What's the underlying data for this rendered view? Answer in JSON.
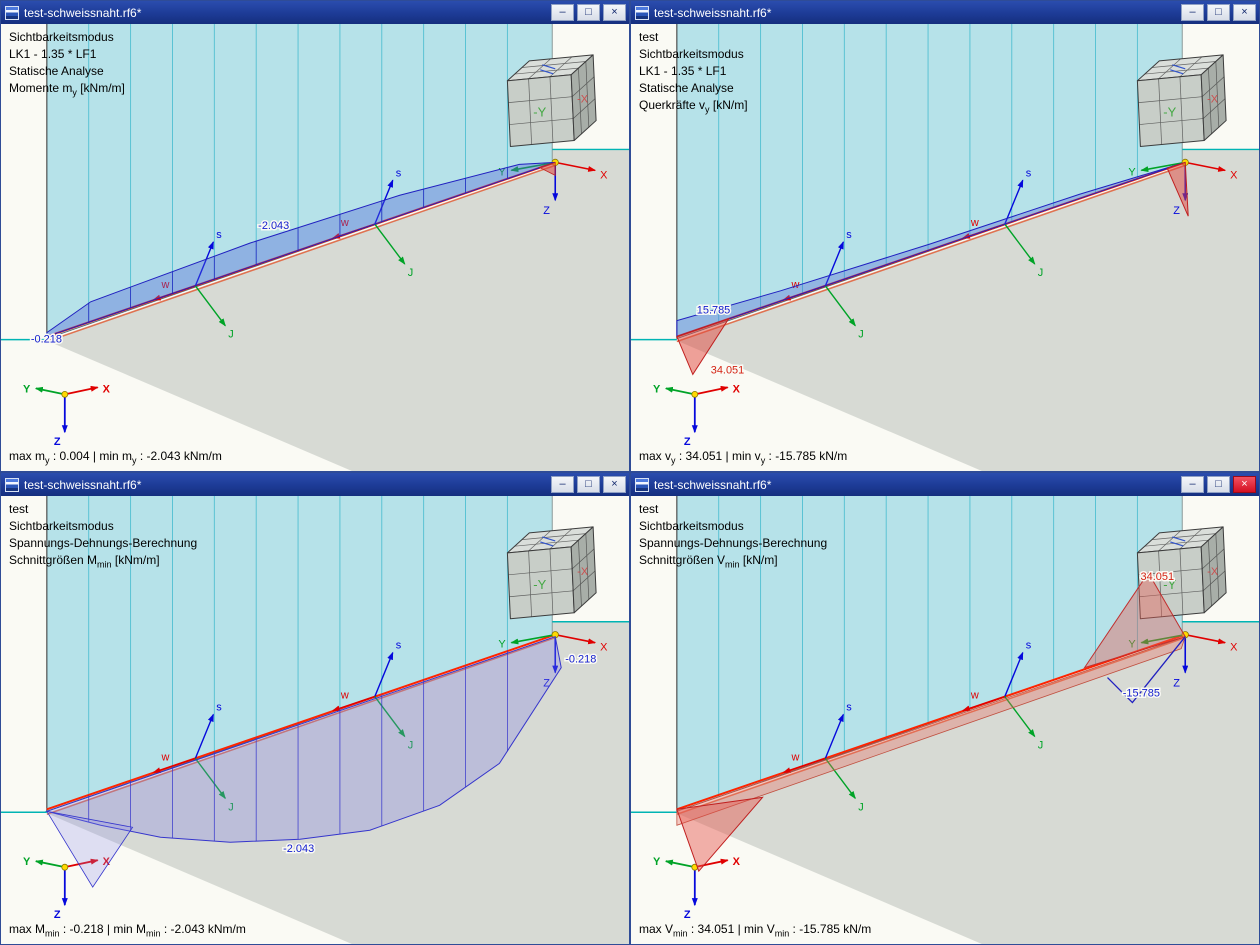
{
  "titlebar": {
    "minimize_glyph": "–",
    "maximize_glyph": "□",
    "close_glyph": "×"
  },
  "axes": {
    "x": "X",
    "y": "Y",
    "z": "Z",
    "s": "s",
    "w": "w",
    "j": "J"
  },
  "nav_cube": {
    "neg_y": "-Y",
    "neg_x": "-X"
  },
  "colors": {
    "titlebar_blue": "#1d3b96",
    "close_active_red": "#d40f22",
    "wall_cyan": "#7ecde0",
    "floor_gray": "#d7dad4",
    "weld_line_red": "#ff2400",
    "diagram_blue": "#2020c8",
    "diagram_red": "#c02020"
  },
  "windows": [
    {
      "title": "test-schweissnaht.rf6*",
      "overlay_lines": [
        "Sichtbarkeitsmodus",
        "LK1 - 1.35 * LF1",
        "Statische Analyse"
      ],
      "result": {
        "pre": "Momente m",
        "sub": "y",
        "post": " [kNm/m]"
      },
      "values": {
        "v1": "-2.043",
        "v2": "-0.218"
      },
      "status": {
        "pre": "max m",
        "sub1": "y",
        "mid": " : 0.004 | min m",
        "sub2": "y",
        "post": " : -2.043 kNm/m"
      }
    },
    {
      "title": "test-schweissnaht.rf6*",
      "overlay_lines": [
        "test",
        "Sichtbarkeitsmodus",
        "LK1 - 1.35 * LF1",
        "Statische Analyse"
      ],
      "result": {
        "pre": "Querkräfte v",
        "sub": "y",
        "post": " [kN/m]"
      },
      "values": {
        "v1": "15.785",
        "v2": "34.051"
      },
      "status": {
        "pre": "max v",
        "sub1": "y",
        "mid": " : 34.051 | min v",
        "sub2": "y",
        "post": " : -15.785 kN/m"
      }
    },
    {
      "title": "test-schweissnaht.rf6*",
      "overlay_lines": [
        "test",
        "Sichtbarkeitsmodus",
        "Spannungs-Dehnungs-Berechnung"
      ],
      "result": {
        "pre": "Schnittgrößen M",
        "sub": "min",
        "post": " [kNm/m]"
      },
      "values": {
        "v1": "-2.043",
        "v2": "-0.218"
      },
      "status": {
        "pre": "max M",
        "sub1": "min",
        "mid": " : -0.218 | min M",
        "sub2": "min",
        "post": " : -2.043 kNm/m"
      }
    },
    {
      "title": "test-schweissnaht.rf6*",
      "overlay_lines": [
        "test",
        "Sichtbarkeitsmodus",
        "Spannungs-Dehnungs-Berechnung"
      ],
      "result": {
        "pre": "Schnittgrößen V",
        "sub": "min",
        "post": " [kN/m]"
      },
      "values": {
        "v1": "-15.785",
        "v2": "34.051"
      },
      "status": {
        "pre": "max V",
        "sub1": "min",
        "mid": " : 34.051 | min V",
        "sub2": "min",
        "post": " : -15.785 kN/m"
      }
    }
  ]
}
